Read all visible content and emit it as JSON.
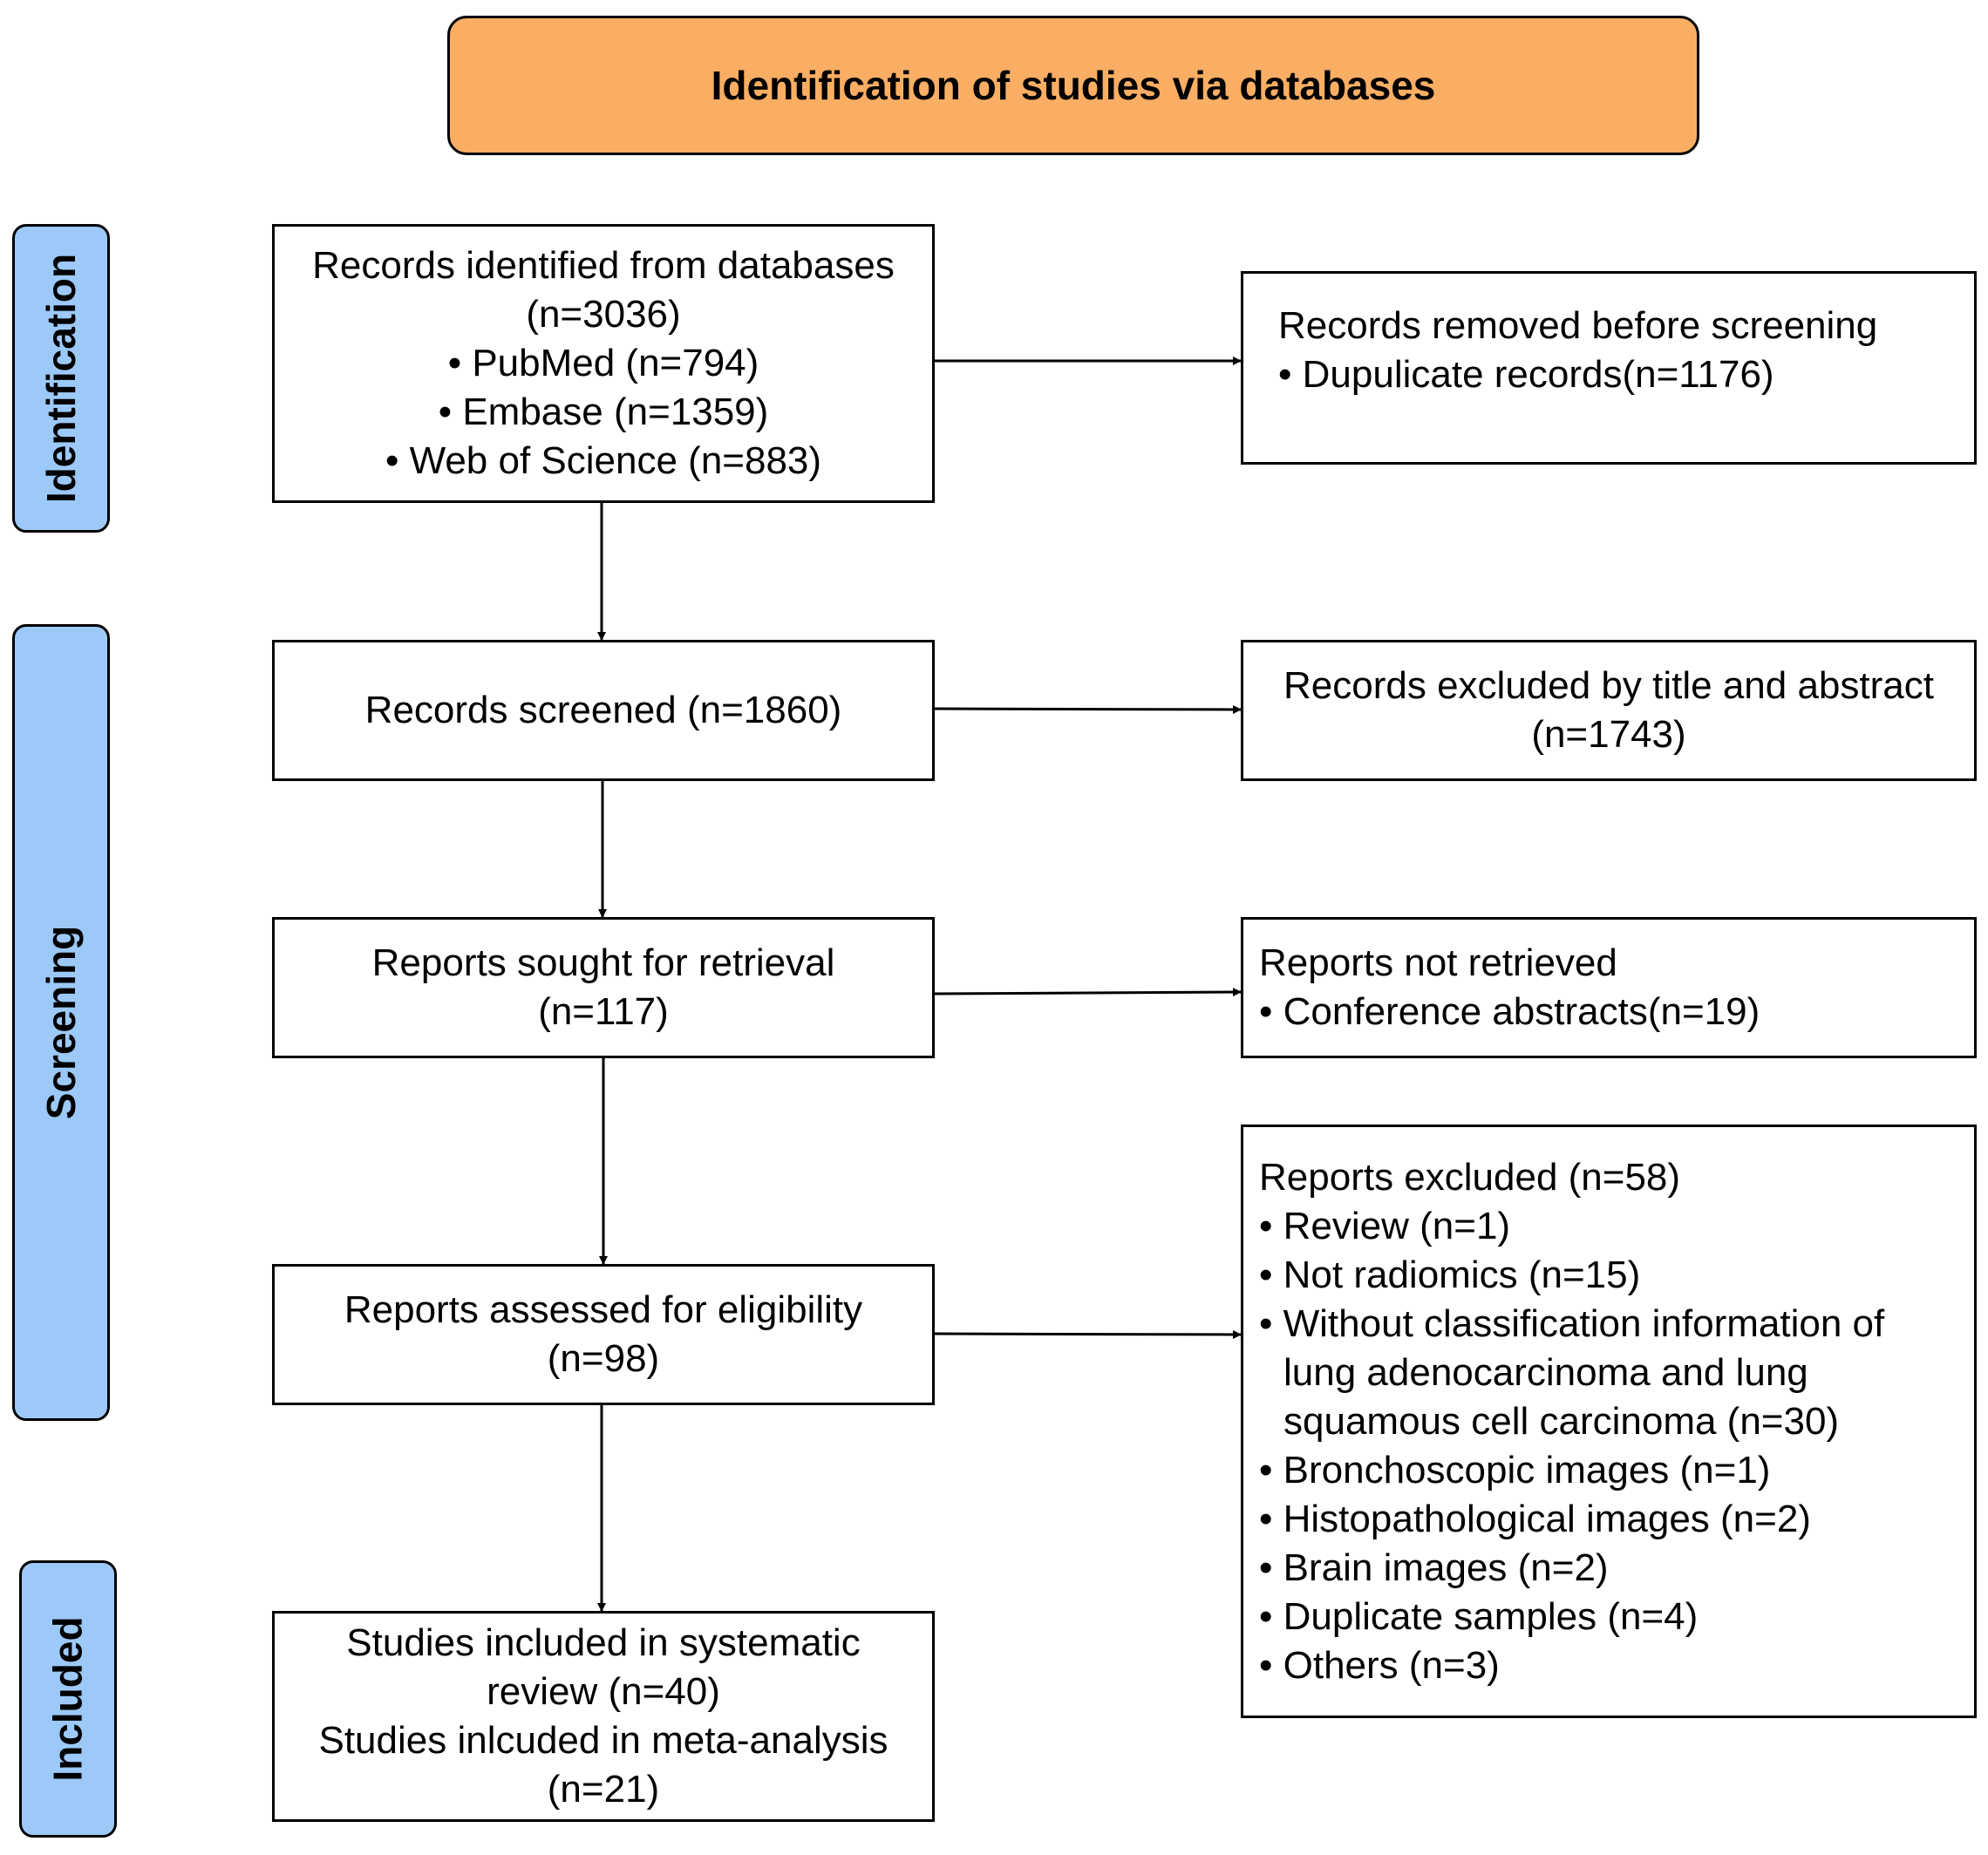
{
  "header": {
    "title": "Identification of studies via databases"
  },
  "stages": {
    "identification": "Identification",
    "screening": "Screening",
    "included": "Included"
  },
  "boxes": {
    "records_identified": [
      "Records identified from databases",
      "(n=3036)",
      "• PubMed (n=794)",
      "• Embase (n=1359)",
      "• Web of Science (n=883)"
    ],
    "records_removed": [
      "Records removed before screening",
      "• Dupulicate records(n=1176)"
    ],
    "records_screened": [
      "Records screened (n=1860)"
    ],
    "records_excluded": [
      "Records excluded by title and abstract",
      "(n=1743)"
    ],
    "reports_sought": [
      "Reports sought for retrieval",
      "(n=117)"
    ],
    "reports_not_retrieved": [
      "Reports not retrieved",
      "• Conference abstracts(n=19)"
    ],
    "reports_assessed": [
      "Reports assessed for eligibility",
      "(n=98)"
    ],
    "reports_excluded": [
      "Reports excluded (n=58)",
      "• Review (n=1)",
      "• Not radiomics (n=15)",
      "• Without classification information of",
      "  lung adenocarcinoma and lung",
      "  squamous cell carcinoma (n=30)",
      "• Bronchoscopic images (n=1)",
      "• Histopathological images (n=2)",
      "• Brain images (n=2)",
      "• Duplicate samples (n=4)",
      "• Others (n=3)"
    ],
    "studies_included": [
      "Studies included in systematic",
      "review (n=40)",
      "Studies inlcuded in meta-analysis",
      "(n=21)"
    ]
  },
  "colors": {
    "header_fill": "#f9ae64",
    "stage_fill": "#9cc9f8",
    "border": "#000000"
  }
}
